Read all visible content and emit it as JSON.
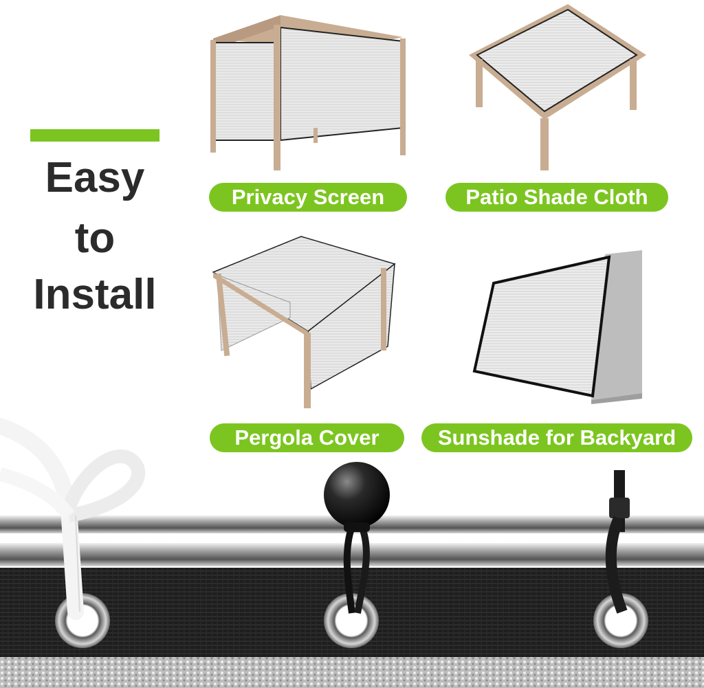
{
  "headline": {
    "line1": "Easy",
    "line2": "to",
    "line3": "Install"
  },
  "applications": [
    {
      "label": "Privacy Screen"
    },
    {
      "label": "Patio Shade Cloth"
    },
    {
      "label": "Pergola Cover"
    },
    {
      "label": "Sunshade for Backyard"
    }
  ],
  "colors": {
    "accent": "#7cc520",
    "headline_text": "#2b2b2b",
    "frame": "#c8ad92",
    "mesh": "#e6e6e6",
    "net_black": "#1e1e1e"
  },
  "fasteners": [
    {
      "icon": "white-strap-tie-icon"
    },
    {
      "icon": "ball-bungee-icon"
    },
    {
      "icon": "zip-tie-icon"
    }
  ]
}
